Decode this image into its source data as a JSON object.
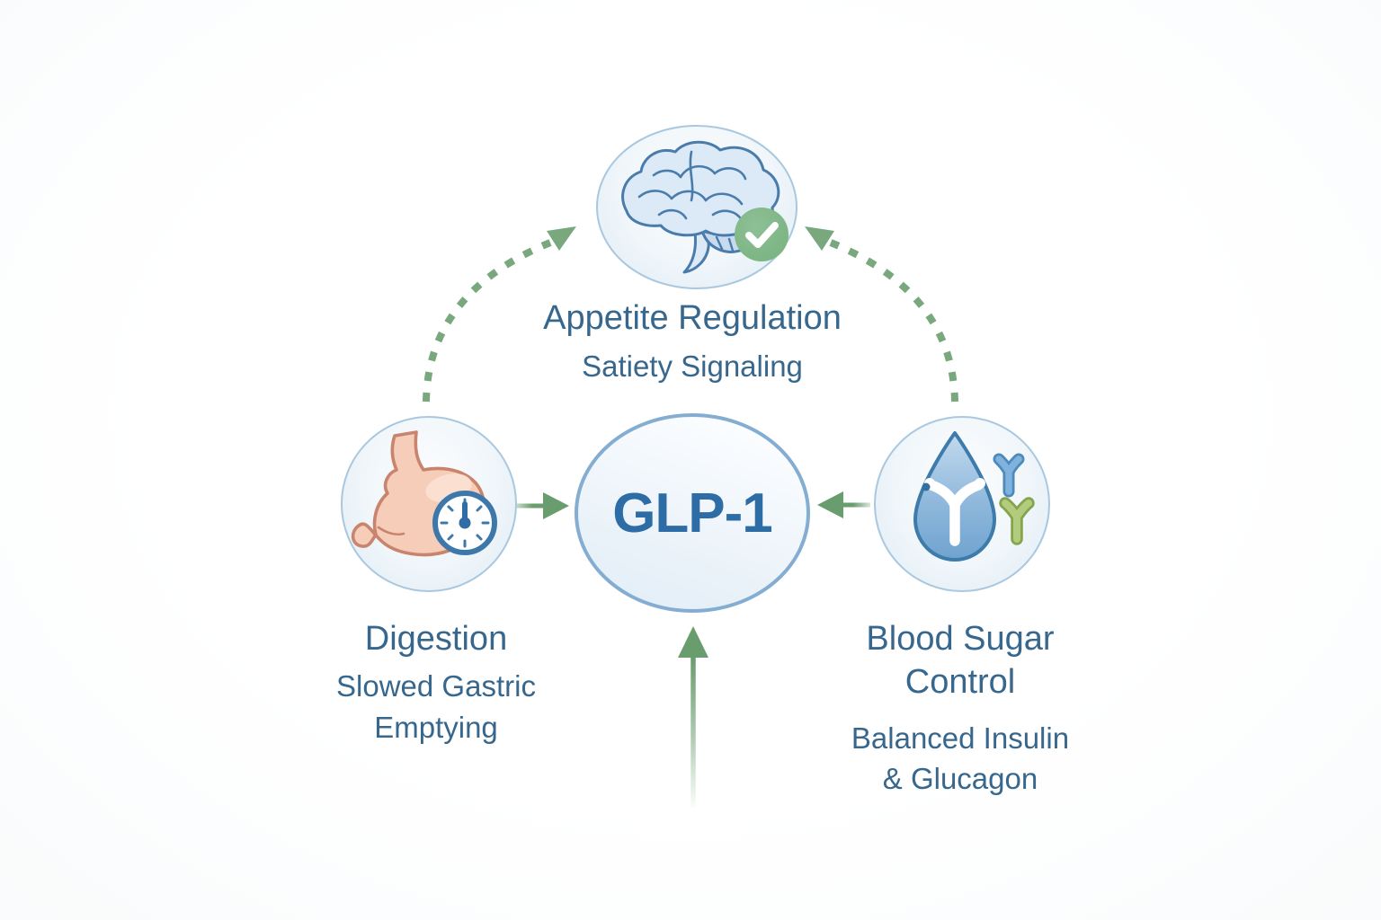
{
  "diagram_title": "",
  "center": {
    "label": "GLP-1"
  },
  "nodes": {
    "appetite": {
      "title": "Appetite Regulation",
      "subtitle": "Satiety Signaling",
      "icon": "brain-checkmark-icon",
      "position": "top"
    },
    "digestion": {
      "title": "Digestion",
      "subtitle": "Slowed Gastric\nEmptying",
      "icon": "stomach-timer-icon",
      "position": "left"
    },
    "blood_sugar": {
      "title": "Blood Sugar\nControl",
      "subtitle": "Balanced Insulin\n& Glucagon",
      "icon": "droplet-antibody-icon",
      "position": "right"
    }
  },
  "arrows": [
    {
      "from": "digestion",
      "to": "glp1",
      "style": "solid"
    },
    {
      "from": "blood_sugar",
      "to": "glp1",
      "style": "solid"
    },
    {
      "from": "bottom",
      "to": "glp1",
      "style": "solid-fading-tail"
    },
    {
      "from": "digestion",
      "to": "appetite",
      "style": "dashed-curved"
    },
    {
      "from": "blood_sugar",
      "to": "appetite",
      "style": "dashed-curved"
    }
  ],
  "colors": {
    "accent_green": "#6a9d6e",
    "dashed_green": "#7aa87e",
    "check_green": "#7db584",
    "text_blue": "#38678d",
    "glp1_blue": "#2d6ca4",
    "center_border": "#84add2",
    "satellite_border": "#a9c8df",
    "brain_fill": "#d9e7f5",
    "brain_outline": "#4a7cab",
    "stomach_fill": "#f6cdb9",
    "stomach_outline": "#c9846e",
    "clock_blue": "#3e78aa",
    "droplet_fill": "#8fb8dc",
    "droplet_outline": "#3d7bab",
    "antibody_blue": "#7fb3dd",
    "antibody_green": "#b3cb7d"
  }
}
